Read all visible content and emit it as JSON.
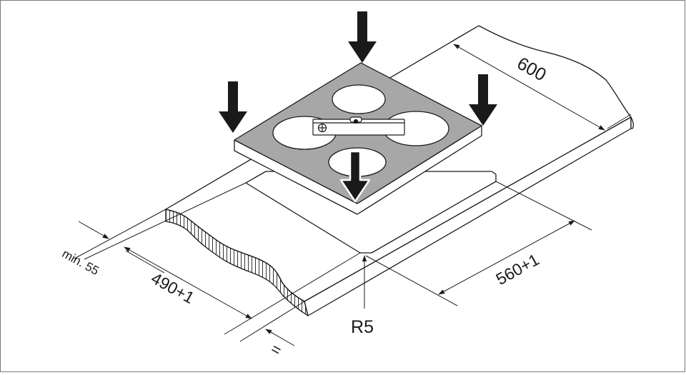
{
  "diagram": {
    "labels": {
      "depth": "600",
      "cutout_width": "560+1",
      "cutout_depth": "490+1",
      "min_edge": "min. 55",
      "radius": "R5",
      "equal": "="
    },
    "colors": {
      "line": "#1a1a1a",
      "hob_glass": "#a7a7a7",
      "worktop": "#ffffff",
      "burner": "#ffffff",
      "level": "#ffffff"
    },
    "icons": [
      "down-arrow-icon",
      "spirit-level-icon",
      "crosshair-icon"
    ]
  }
}
